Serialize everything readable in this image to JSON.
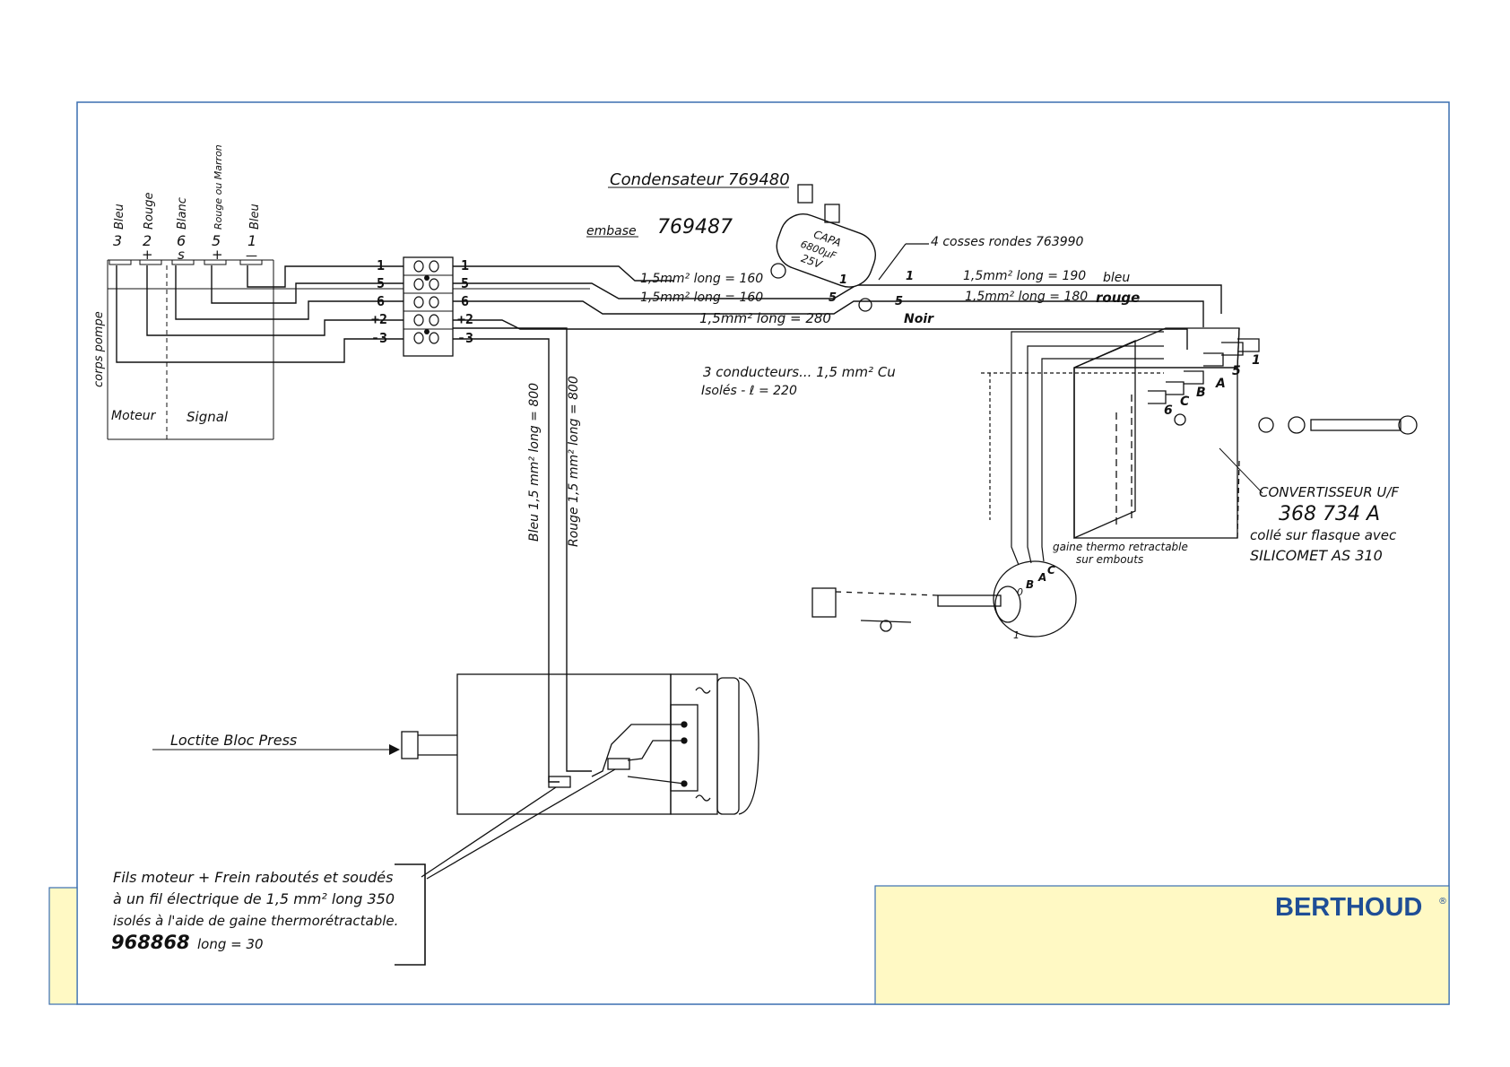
{
  "colors": {
    "frame": "#3a6fb0",
    "title_block": "#fff9c4",
    "brand": "#1f4e96",
    "ink": "#111111"
  },
  "brand": {
    "name": "BERTHOUD",
    "mark": "®"
  },
  "legend": {
    "wire_labels": [
      "Bleu",
      "Rouge",
      "Blanc",
      "Rouge ou Marron",
      "Bleu"
    ],
    "wire_numbers": [
      "3",
      "2",
      "6",
      "5",
      "1"
    ],
    "wire_signs": [
      "",
      "+",
      "s",
      "+",
      "—"
    ],
    "pump_label": "corps pompe",
    "moteur": "Moteur",
    "signal": "Signal"
  },
  "terminal_block": {
    "left": [
      "1",
      "5",
      "6",
      "+2",
      "-3"
    ],
    "right": [
      "1",
      "5",
      "6",
      "+2",
      "-3"
    ]
  },
  "condensateur": {
    "title": "Condensateur 769480",
    "embase": "embase",
    "embase_ref": "769487",
    "body": [
      "CAPA",
      "6800µF",
      "25V"
    ],
    "cosses": "4 cosses rondes 763990",
    "pins": [
      "1",
      "5",
      "1",
      "5"
    ]
  },
  "wires": {
    "w160a": "1,5mm² long = 160",
    "w160b": "1,5mm² long = 160",
    "w280": "1,5mm² long = 280",
    "noir": "Noir",
    "w190": "1,5mm² long = 190",
    "bleu": "bleu",
    "w180": "1,5mm² long = 180",
    "rouge": "rouge",
    "vertical_bleu": "Bleu 1,5 mm² long = 800",
    "vertical_rouge": "Rouge 1,5 mm² long = 800"
  },
  "conductors": {
    "line1": "3 conducteurs... 1,5 mm² Cu",
    "line2": "Isolés   - ℓ = 220"
  },
  "convertisseur": {
    "title": "CONVERTISSEUR U/F",
    "ref": "368 734 A",
    "note1": "collé sur flasque avec",
    "note2": "SILICOMET AS 310",
    "terminals": [
      "C",
      "B",
      "A",
      "5",
      "1",
      "6"
    ]
  },
  "gaine": {
    "line1": "gaine thermo retractable",
    "line2": "sur embouts",
    "pins": [
      "A",
      "C",
      "B",
      "0",
      "1"
    ]
  },
  "motor": {
    "label": "Loctite Bloc Press"
  },
  "fils_note": {
    "line1": "Fils moteur + Frein raboutés et soudés",
    "line2": "à un fil électrique de 1,5 mm² long 350",
    "line3": "isolés à l'aide de gaine thermorétractable.",
    "ref": "968868",
    "ref_len": "long = 30"
  }
}
